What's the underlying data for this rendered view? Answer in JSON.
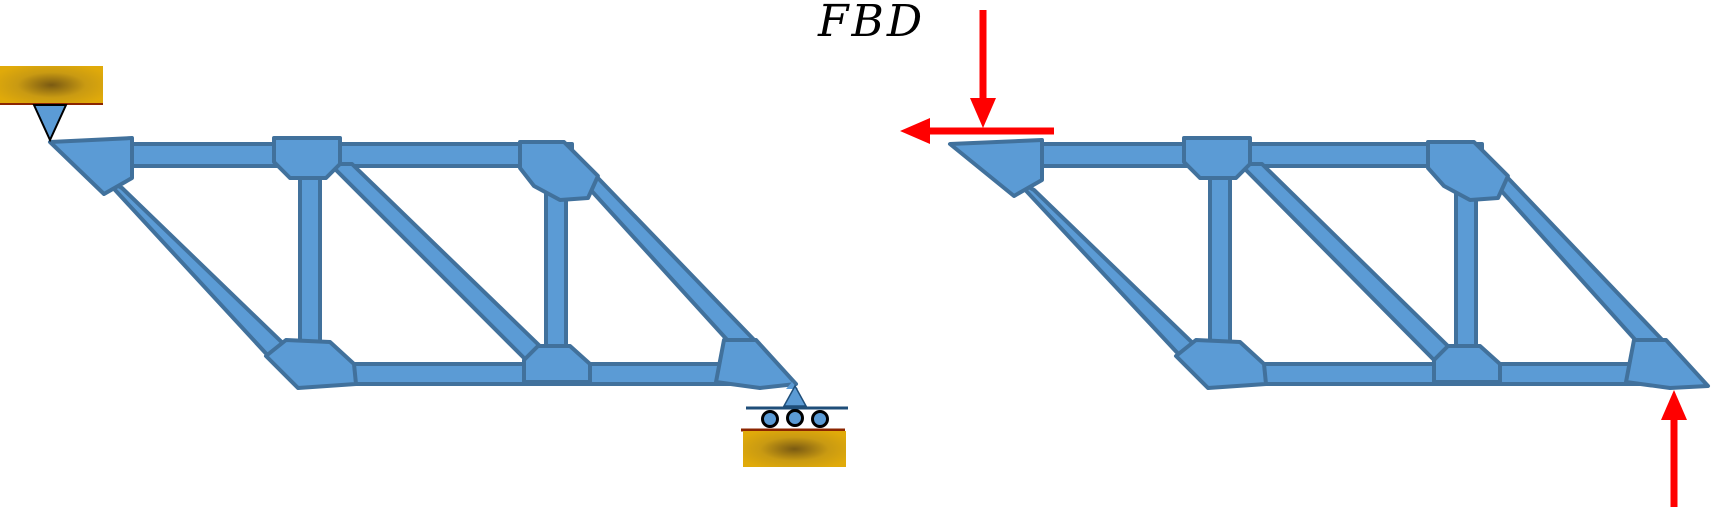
{
  "label": "FBD",
  "colors": {
    "member_fill": "#5b9bd5",
    "member_stroke": "#41719c",
    "force": "#ff0000",
    "support_block": "#d4a017",
    "roller_line": "#1f4e79"
  },
  "left_truss": {
    "supports": [
      "pin-support",
      "roller-support"
    ]
  },
  "right_truss": {
    "forces": [
      "horizontal-reaction-arrow",
      "vertical-reaction-arrow-top",
      "vertical-reaction-arrow-bottom"
    ]
  }
}
